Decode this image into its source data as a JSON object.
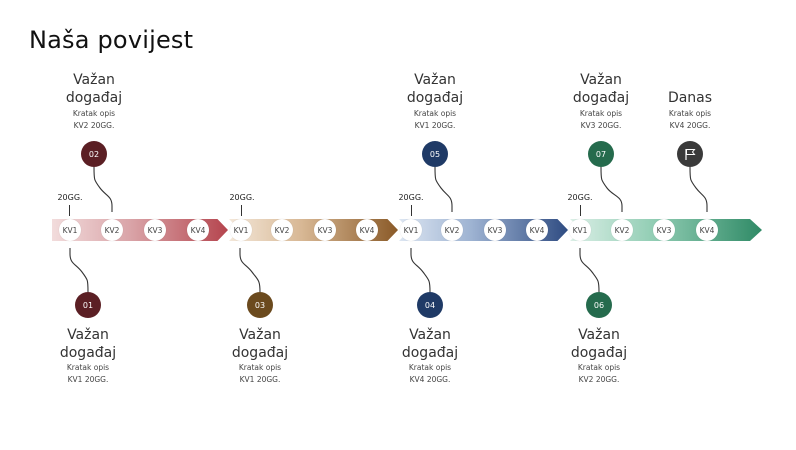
{
  "title": "Naša povijest",
  "quarters": [
    "KV1",
    "KV2",
    "KV3",
    "KV4"
  ],
  "years": [
    "20GG.",
    "20GG.",
    "20GG.",
    "20GG."
  ],
  "events": {
    "e01": {
      "num": "01",
      "title": "Važan događaj",
      "desc1": "Kratak opis",
      "desc2": "KV1 20GG.",
      "color": "#5b1f24"
    },
    "e02": {
      "num": "02",
      "title": "Važan događaj",
      "desc1": "Kratak opis",
      "desc2": "KV2 20GG.",
      "color": "#5b1f24"
    },
    "e03": {
      "num": "03",
      "title": "Važan događaj",
      "desc1": "Kratak opis",
      "desc2": "KV1 20GG.",
      "color": "#6b4a1e"
    },
    "e04": {
      "num": "04",
      "title": "Važan događaj",
      "desc1": "Kratak opis",
      "desc2": "KV4 20GG.",
      "color": "#1f3a66"
    },
    "e05": {
      "num": "05",
      "title": "Važan događaj",
      "desc1": "Kratak opis",
      "desc2": "KV1 20GG.",
      "color": "#1f3a66"
    },
    "e06": {
      "num": "06",
      "title": "Važan događaj",
      "desc1": "Kratak opis",
      "desc2": "KV2 20GG.",
      "color": "#256b4d"
    },
    "e07": {
      "num": "07",
      "title": "Važan događaj",
      "desc1": "Kratak opis",
      "desc2": "KV3 20GG.",
      "color": "#256b4d"
    },
    "today": {
      "title": "Danas",
      "desc1": "Kratak opis",
      "desc2": "KV4 20GG.",
      "color": "#3a3a3a",
      "icon": "flag-icon"
    }
  }
}
